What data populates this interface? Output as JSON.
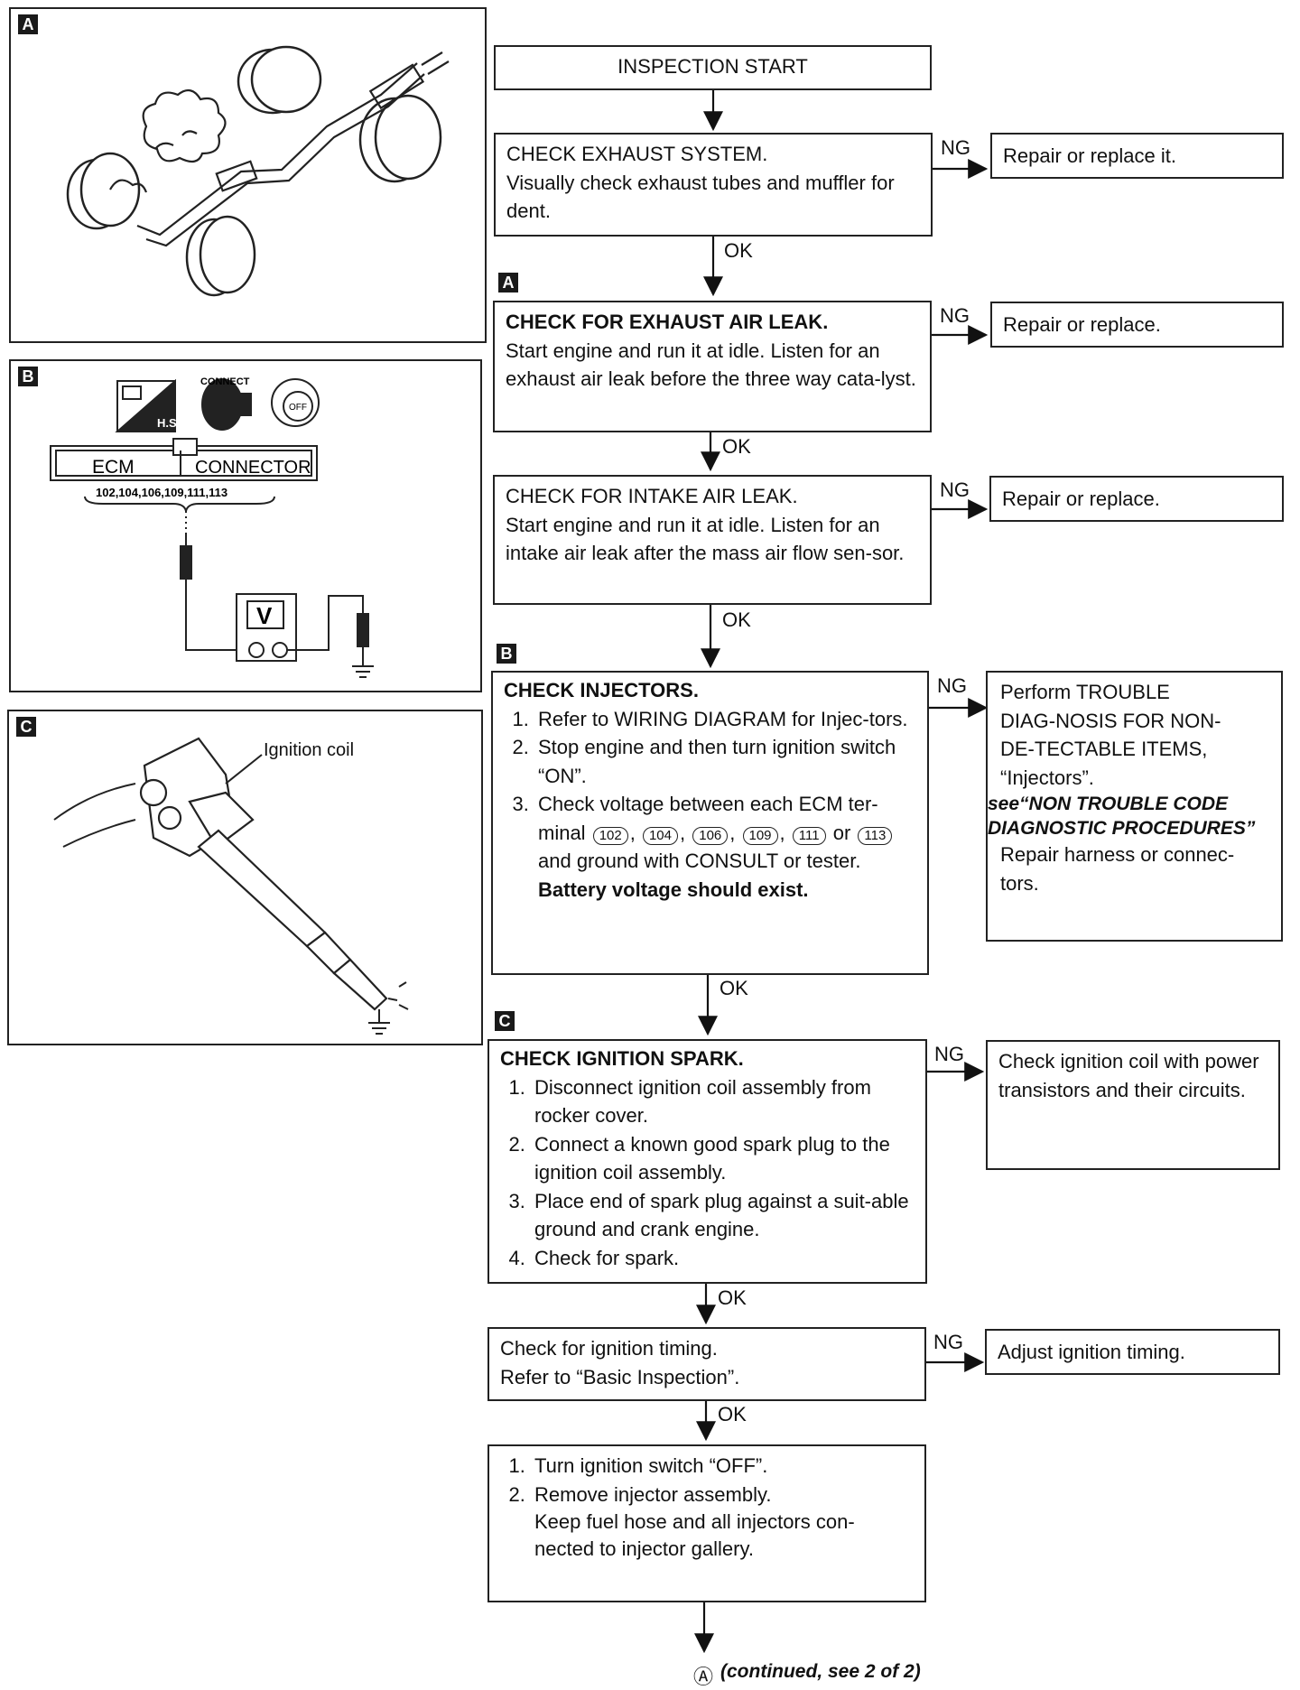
{
  "panels": {
    "a": {
      "tag": "A"
    },
    "b": {
      "tag": "B",
      "connect_label": "CONNECT",
      "hs_label": "H.S.",
      "off_label": "OFF",
      "ecm_label": "ECM",
      "connector_label": "CONNECTOR",
      "terminals": "102,104,106,109,111,113",
      "meter_label": "V"
    },
    "c": {
      "tag": "C",
      "ignition_coil_label": "Ignition coil"
    }
  },
  "flow": {
    "start": "INSPECTION START",
    "exhaust_system": {
      "title": "CHECK EXHAUST SYSTEM.",
      "body": "Visually check exhaust tubes and muffler for dent.",
      "ng_action": "Repair or replace it."
    },
    "exhaust_air_leak": {
      "tag": "A",
      "title": "CHECK FOR EXHAUST AIR LEAK.",
      "body": "Start engine and run it at idle. Listen for an exhaust air leak before the three way cata-lyst.",
      "ng_action": "Repair or replace."
    },
    "intake_air_leak": {
      "title": "CHECK FOR INTAKE AIR LEAK.",
      "body": "Start engine and run it at idle. Listen for an intake air leak after the mass air flow sen-sor.",
      "ng_action": "Repair or replace."
    },
    "injectors": {
      "tag": "B",
      "title": "CHECK INJECTORS.",
      "steps": [
        "Refer to WIRING DIAGRAM for Injec-tors.",
        "Stop engine and then turn ignition switch “ON”.",
        "Check voltage between each ECM ter-minal"
      ],
      "terminals": [
        "102",
        "104",
        "106",
        "109",
        "111",
        "113"
      ],
      "or_word": "or",
      "step3_tail": "and ground with CONSULT or tester.",
      "result": "Battery voltage should exist.",
      "ng_action": {
        "line1": "Perform TROUBLE DIAG-NOSIS FOR NON-DE-TECTABLE ITEMS, “Injectors”.",
        "see_ref": "see“NON TROUBLE CODE DIAGNOSTIC PROCEDURES”",
        "line2": "Repair harness or connec-tors."
      }
    },
    "ignition_spark": {
      "tag": "C",
      "title": "CHECK IGNITION SPARK.",
      "steps": [
        "Disconnect ignition coil assembly from rocker cover.",
        "Connect a known good spark plug to the ignition coil assembly.",
        "Place end of spark plug against a suit-able ground and crank engine.",
        "Check for spark."
      ],
      "ng_action": "Check ignition coil with power transistors and their circuits."
    },
    "ignition_timing": {
      "line1": "Check for ignition timing.",
      "line2": "Refer to “Basic Inspection”.",
      "ng_action": "Adjust ignition timing."
    },
    "final_steps": {
      "steps": [
        "Turn ignition switch “OFF”.",
        "Remove injector assembly."
      ],
      "note": "Keep fuel hose and all injectors con-nected to injector gallery."
    },
    "ok_label": "OK",
    "ng_label": "NG",
    "continued_marker": "Ⓐ",
    "continued": "(continued, see 2 of 2)"
  }
}
